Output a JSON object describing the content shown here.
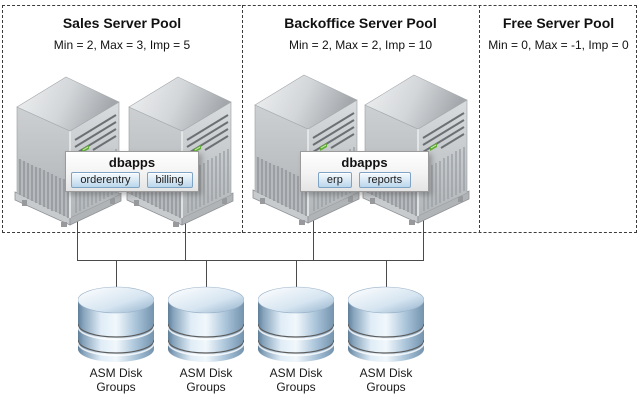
{
  "pools": [
    {
      "name": "Sales Server Pool",
      "params": "Min = 2, Max = 3, Imp = 5",
      "server_count": 2,
      "app_group": {
        "title": "dbapps",
        "services": [
          "orderentry",
          "billing"
        ]
      }
    },
    {
      "name": "Backoffice Server Pool",
      "params": "Min = 2, Max = 2, Imp = 10",
      "server_count": 2,
      "app_group": {
        "title": "dbapps",
        "services": [
          "erp",
          "reports"
        ]
      }
    },
    {
      "name": "Free Server Pool",
      "params": "Min = 0, Max = -1, Imp = 0",
      "server_count": 0
    }
  ],
  "storage": {
    "disk_groups": [
      {
        "label": "ASM Disk Groups"
      },
      {
        "label": "ASM Disk Groups"
      },
      {
        "label": "ASM Disk Groups"
      },
      {
        "label": "ASM Disk Groups"
      }
    ]
  },
  "colors": {
    "led_green": "#61ae35",
    "service_badge_fill": "#bcd6ec",
    "service_badge_border": "#7fa3c4",
    "disk_blue": "#7e9cb8",
    "connector_line": "#4a4a4a"
  }
}
